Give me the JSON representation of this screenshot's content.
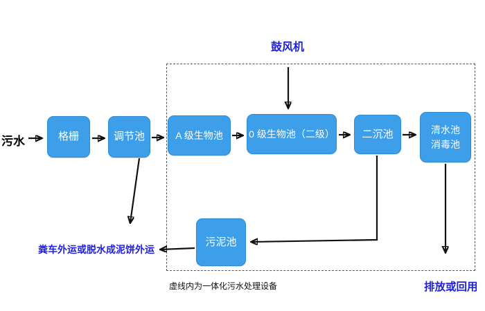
{
  "colors": {
    "node_fill": "#3D9EEA",
    "node_border": "#2E8AD2",
    "blue_text": "#1F1FE0",
    "arrow_color": "#111111"
  },
  "labels": {
    "source": "污水",
    "blower": "鼓风机",
    "sludge_out": "粪车外运或脱水成泥饼外运",
    "discharge": "排放或回用",
    "dashed_box_caption": "虚线内为一体化污水处理设备"
  },
  "nodes": {
    "grid": {
      "label": "格栅"
    },
    "regulating_tank": {
      "label": "调节池"
    },
    "a_bio_tank": {
      "label": "A 级生物池"
    },
    "o_bio_tank": {
      "label": "0 级生物池（二级）"
    },
    "secondary_sedimentation_tank": {
      "label": "二沉池"
    },
    "clean_water_tank": {
      "label_line1": "清水池",
      "label_line2": "消毒池"
    },
    "sludge_tank": {
      "label": "污泥池"
    }
  }
}
